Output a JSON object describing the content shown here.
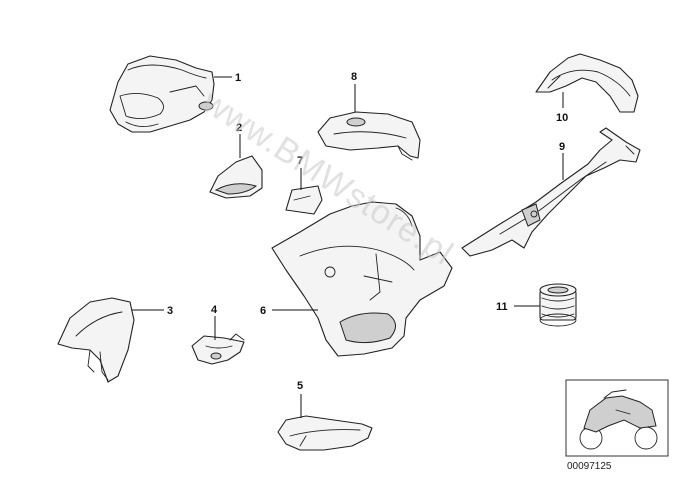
{
  "watermark": "www.BMWstore.pl",
  "diagram_code": "00097125",
  "callouts": [
    "1",
    "2",
    "3",
    "4",
    "5",
    "6",
    "7",
    "8",
    "9",
    "10",
    "11"
  ]
}
